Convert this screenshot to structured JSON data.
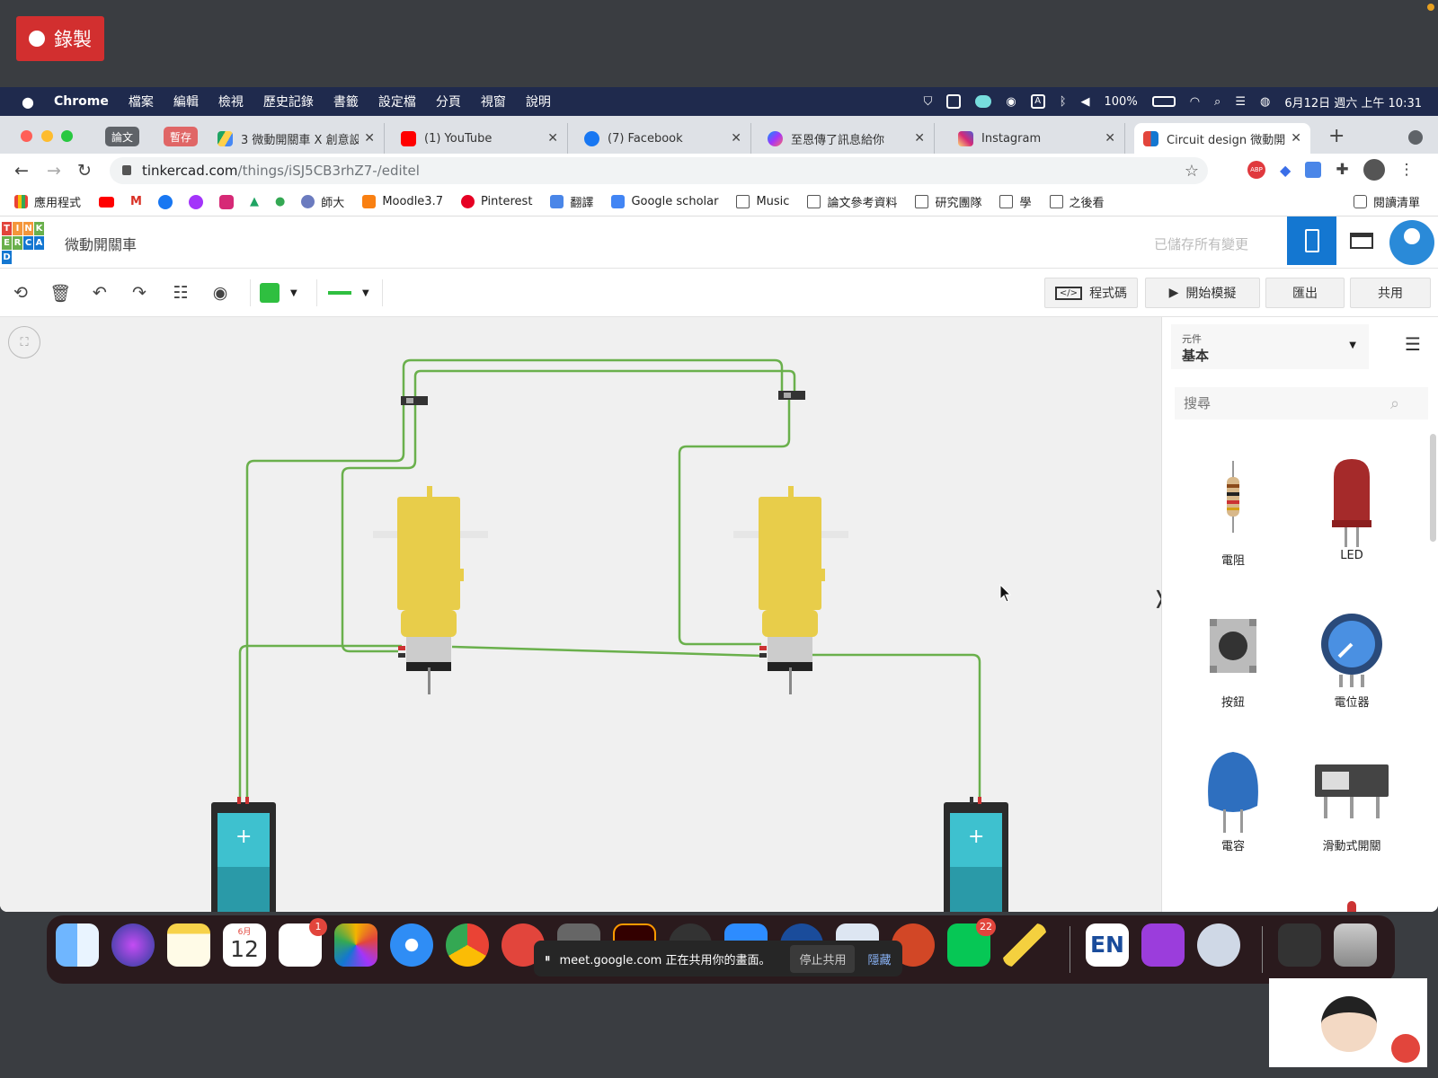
{
  "recording": {
    "label": "錄製"
  },
  "menubar": {
    "app": "Chrome",
    "items": [
      "檔案",
      "編輯",
      "檢視",
      "歷史記錄",
      "書籤",
      "設定檔",
      "分頁",
      "視窗",
      "說明"
    ],
    "battery": "100%",
    "datetime": "6月12日 週六 上午 10:31"
  },
  "tabs": {
    "groups": [
      {
        "label": "論文"
      },
      {
        "label": "暫存"
      }
    ],
    "items": [
      {
        "title": "3 微動開關車 X 創意設"
      },
      {
        "title": "(1) YouTube"
      },
      {
        "title": "(7) Facebook"
      },
      {
        "title": "至恩傳了訊息給你"
      },
      {
        "title": "Instagram"
      },
      {
        "title": "Circuit design 微動開關"
      }
    ],
    "new_tab": "+"
  },
  "address": {
    "domain": "tinkercad.com",
    "path": "/things/iSJ5CB3rhZ7-/editel"
  },
  "bookmarks": {
    "items": [
      "應用程式",
      "師大",
      "Moodle3.7",
      "Pinterest",
      "翻譯",
      "Google scholar",
      "Music",
      "論文參考資料",
      "研究團隊",
      "學",
      "之後看"
    ],
    "reading_list": "閱讀清單"
  },
  "tinkercad": {
    "logo": [
      "T",
      "I",
      "N",
      "K",
      "E",
      "R",
      "C",
      "A",
      "D"
    ],
    "project": "微動開關車",
    "saved": "已儲存所有變更"
  },
  "toolbar": {
    "code": "程式碼",
    "simulate": "開始模擬",
    "export": "匯出",
    "share": "共用"
  },
  "panel": {
    "category_label": "元件",
    "category_value": "基本",
    "search_placeholder": "搜尋",
    "components": [
      "電阻",
      "LED",
      "按鈕",
      "電位器",
      "電容",
      "滑動式開關"
    ]
  },
  "battery_label": "+",
  "dock": {
    "calendar_month": "6月",
    "calendar_day": "12",
    "reminders_badge": "1",
    "line_badge": "22",
    "en": "EN"
  },
  "share_bar": {
    "text": "meet.google.com 正在共用你的畫面。",
    "stop": "停止共用",
    "hide": "隱藏"
  },
  "colors": {
    "wire": "#6ab04c",
    "motor": "#e8cd4a",
    "tinkercad_blue": "#1477d1",
    "tab_group_red": "#e06666",
    "rec": "#d22f2f"
  }
}
